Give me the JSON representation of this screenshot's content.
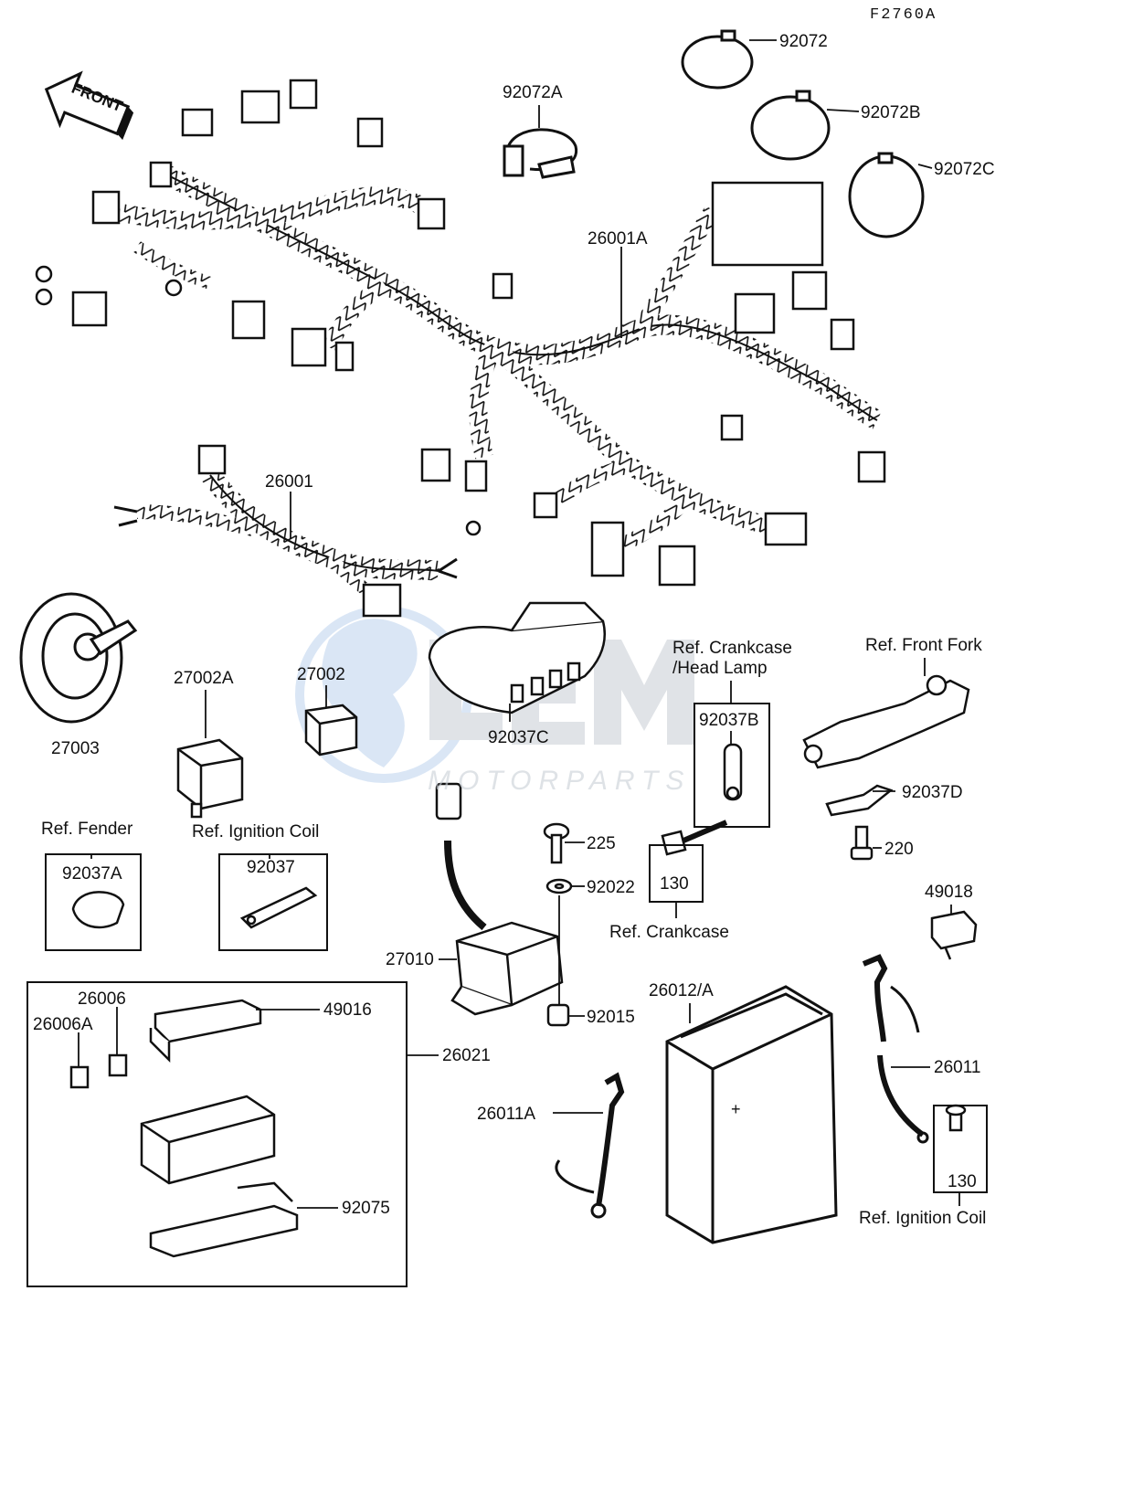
{
  "figure_code": "F2760A",
  "front_arrow_label": "FRONT",
  "watermark": {
    "logo": "OEM",
    "subtitle": "MOTORPARTS"
  },
  "colors": {
    "line": "#111111",
    "watermark_blue": "#bcd3ee",
    "watermark_gray": "#c7cdd4"
  },
  "part_labels": {
    "p92072": "92072",
    "p92072A": "92072A",
    "p92072B": "92072B",
    "p92072C": "92072C",
    "p26001A": "26001A",
    "p26001": "26001",
    "p27003": "27003",
    "p27002A": "27002A",
    "p27002": "27002",
    "p92037C": "92037C",
    "p92037B": "92037B",
    "p92037D": "92037D",
    "p220": "220",
    "p225": "225",
    "p130a": "130",
    "p92022": "92022",
    "p92015": "92015",
    "p27010": "27010",
    "p49018": "49018",
    "p26012A": "26012/A",
    "p26011": "26011",
    "p26011A": "26011A",
    "p130b": "130",
    "p92037A": "92037A",
    "p92037": "92037",
    "p26006": "26006",
    "p26006A": "26006A",
    "p49016": "49016",
    "p26021": "26021",
    "p92075": "92075"
  },
  "ref_labels": {
    "crankcase_head_lamp": "Ref. Crankcase\n/Head Lamp",
    "front_fork": "Ref. Front Fork",
    "fender": "Ref. Fender",
    "ignition_coil_top": "Ref. Ignition Coil",
    "crankcase": "Ref. Crankcase",
    "ignition_coil_bottom": "Ref. Ignition Coil"
  }
}
